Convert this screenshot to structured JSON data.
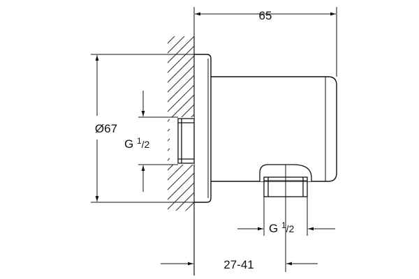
{
  "drawing": {
    "dimensions": {
      "overall_depth": "65",
      "diameter": "Ø67",
      "inlet_thread_main": "G ",
      "inlet_thread_num": "1",
      "inlet_thread_den": "/2",
      "outlet_thread_main": "G ",
      "outlet_thread_num": "1",
      "outlet_thread_den": "/2",
      "wall_range": "27-41"
    }
  }
}
